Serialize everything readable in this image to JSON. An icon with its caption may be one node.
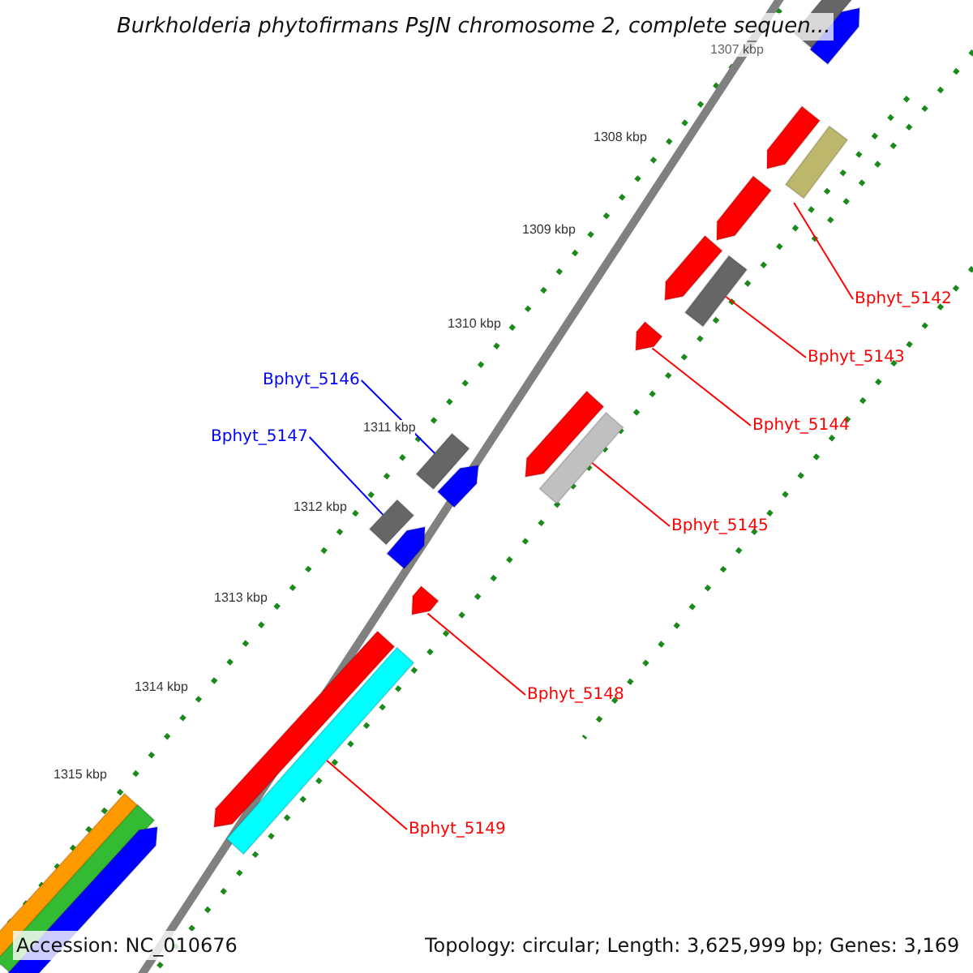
{
  "diagram": {
    "title": "Burkholderia phytofirmans PsJN chromosome 2, complete sequen...",
    "nodes": [
      {
        "text": [
          "Bphyt_5142"
        ]
      },
      {
        "text": [
          "Bphyt_5143"
        ]
      },
      {
        "text": [
          "Bphyt_5146"
        ]
      },
      {
        "text": [
          "Bphyt_5144"
        ]
      },
      {
        "text": [
          "Bphyt_5147"
        ]
      },
      {
        "text": [
          "Bphyt_5145"
        ]
      },
      {
        "text": [
          "Bphyt_5148"
        ]
      },
      {
        "text": [
          "Bphyt_5149"
        ]
      },
      {
        "text": [],
        "shape": "bar"
      },
      {
        "text": [],
        "shape": "bar"
      },
      {
        "text": [],
        "shape": "bar"
      },
      {
        "text": [],
        "shape": "bar"
      },
      {
        "text": [],
        "shape": "bar"
      },
      {
        "text": [],
        "shape": "bar"
      },
      {
        "text": [],
        "shape": "bar"
      },
      {
        "text": [],
        "shape": "bar"
      },
      {
        "text": [],
        "shape": "bar"
      },
      {
        "text": [],
        "shape": "bar"
      },
      {
        "text": [],
        "shape": "bar"
      },
      {
        "text": [],
        "shape": "bar"
      },
      {
        "text": [],
        "shape": "bar"
      },
      {
        "text": [],
        "shape": "bar"
      },
      {
        "text": [],
        "shape": "bar"
      },
      {
        "text": [],
        "shape": "bar"
      },
      {
        "text": [],
        "shape": "bar"
      },
      {
        "text": [],
        "shape": "bar"
      },
      {
        "text": [],
        "shape": "bar"
      },
      {
        "text": [],
        "shape": "bar"
      }
    ],
    "edges": [
      {
        "from": 0,
        "to": 11,
        "arrow": "none"
      },
      {
        "from": 1,
        "to": 14,
        "arrow": "none"
      },
      {
        "from": 2,
        "to": 18,
        "arrow": "none",
        "color": "#0000ff"
      },
      {
        "from": 3,
        "to": 15,
        "arrow": "none"
      },
      {
        "from": 4,
        "to": 20,
        "arrow": "none",
        "color": "#0000ff"
      },
      {
        "from": 5,
        "to": 17,
        "arrow": "none"
      },
      {
        "from": 6,
        "to": 22,
        "arrow": "none"
      },
      {
        "from": 7,
        "to": 24,
        "arrow": "none"
      }
    ],
    "labels": [
      "1307 kbp",
      "1308 kbp",
      "1309 kbp",
      "1310 kbp",
      "1311 kbp",
      "1312 kbp",
      "1313 kbp",
      "1314 kbp",
      "1315 kbp",
      "Accession: NC_010676",
      "Topology: circular; Length: 3,625,999 bp; Genes: 3,169"
    ]
  }
}
